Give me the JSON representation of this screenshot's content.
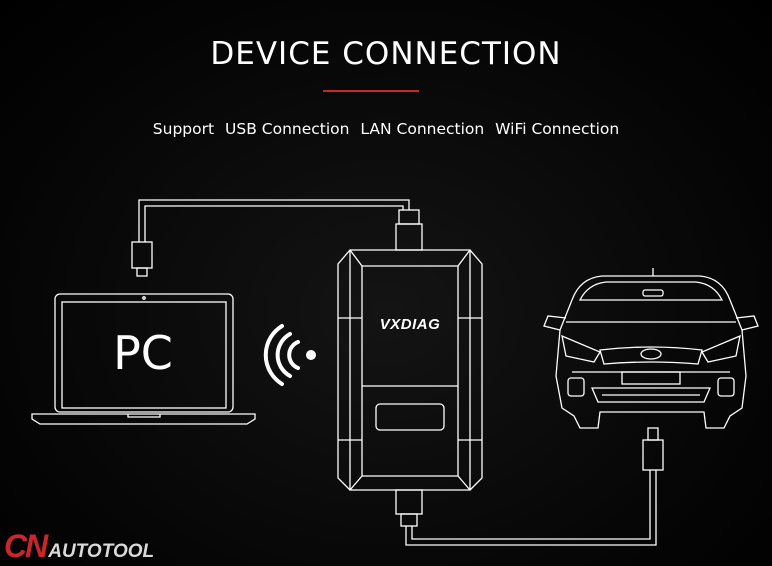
{
  "header": {
    "title": "DEVICE CONNECTION",
    "accent_color": "#c8262a"
  },
  "support": {
    "label": "Support",
    "options": [
      "USB Connection",
      "LAN Connection",
      "WiFi Connection"
    ]
  },
  "diagram": {
    "pc_label": "PC",
    "device_logo": "VXDIAG",
    "wifi_icon": "wifi-icon",
    "nodes": [
      "laptop",
      "vxdiag-device",
      "car"
    ]
  },
  "watermark": {
    "brand_big": "CN",
    "brand_small": "AUTOTOOL"
  }
}
